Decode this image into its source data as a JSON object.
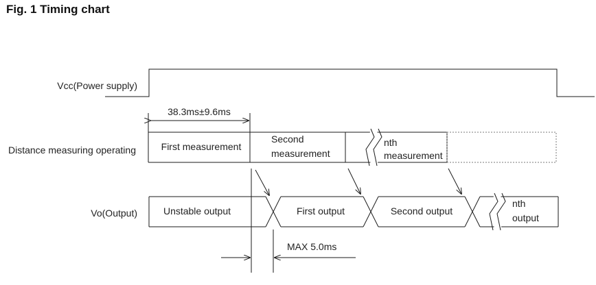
{
  "title": "Fig. 1 Timing chart",
  "signals": {
    "vcc": "Vcc(Power supply)",
    "dist": "Distance measuring operating",
    "vo": "Vo(Output)"
  },
  "measurements": {
    "first": "First measurement",
    "second_l1": "Second",
    "second_l2": "measurement",
    "nth_l1": "nth",
    "nth_l2": "measurement"
  },
  "outputs": {
    "unstable": "Unstable output",
    "first": "First output",
    "second": "Second output",
    "nth_l1": "nth",
    "nth_l2": "output"
  },
  "timing": {
    "period": "38.3ms±9.6ms",
    "max_delay": "MAX 5.0ms"
  }
}
